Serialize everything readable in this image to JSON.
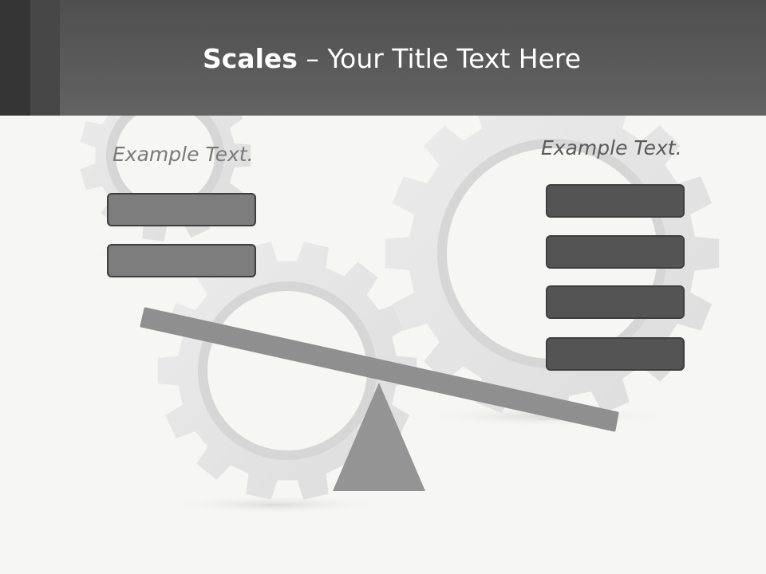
{
  "title": {
    "bold": "Scales",
    "rest": " – Your Title Text Here"
  },
  "left_panel": {
    "caption": "Example Text.",
    "boxes": 2
  },
  "right_panel": {
    "caption": "Example Text.",
    "boxes": 4
  },
  "colors": {
    "header": "#5a5a5a",
    "background": "#f6f6f4",
    "gear": "#e4e4e4",
    "beam": "#8f8f8f",
    "box_light": "#7d7d7d",
    "box_dark": "#545454"
  },
  "icons": [
    "gear-icon",
    "seesaw-beam",
    "fulcrum-triangle"
  ]
}
